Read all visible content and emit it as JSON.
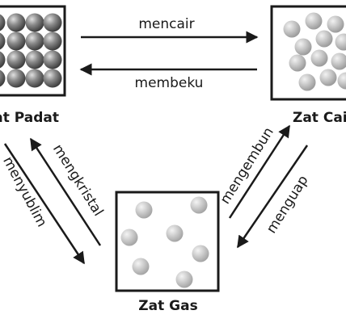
{
  "states": {
    "solid": {
      "label": "Zat Padat"
    },
    "liquid": {
      "label": "Zat Cair"
    },
    "gas": {
      "label": "Zat Gas"
    }
  },
  "processes": {
    "melt": {
      "label": "mencair"
    },
    "freeze": {
      "label": "membeku"
    },
    "sublimate": {
      "label": "menyublim"
    },
    "crystallize": {
      "label": "mengkristal"
    },
    "condense": {
      "label": "mengembun"
    },
    "evaporate": {
      "label": "menguap"
    }
  },
  "colors": {
    "ink": "#1a1a1a",
    "solid_particle": "#6e6e6e",
    "liquid_particle": "#b4b4b4",
    "gas_particle": "#c4c4c4"
  }
}
